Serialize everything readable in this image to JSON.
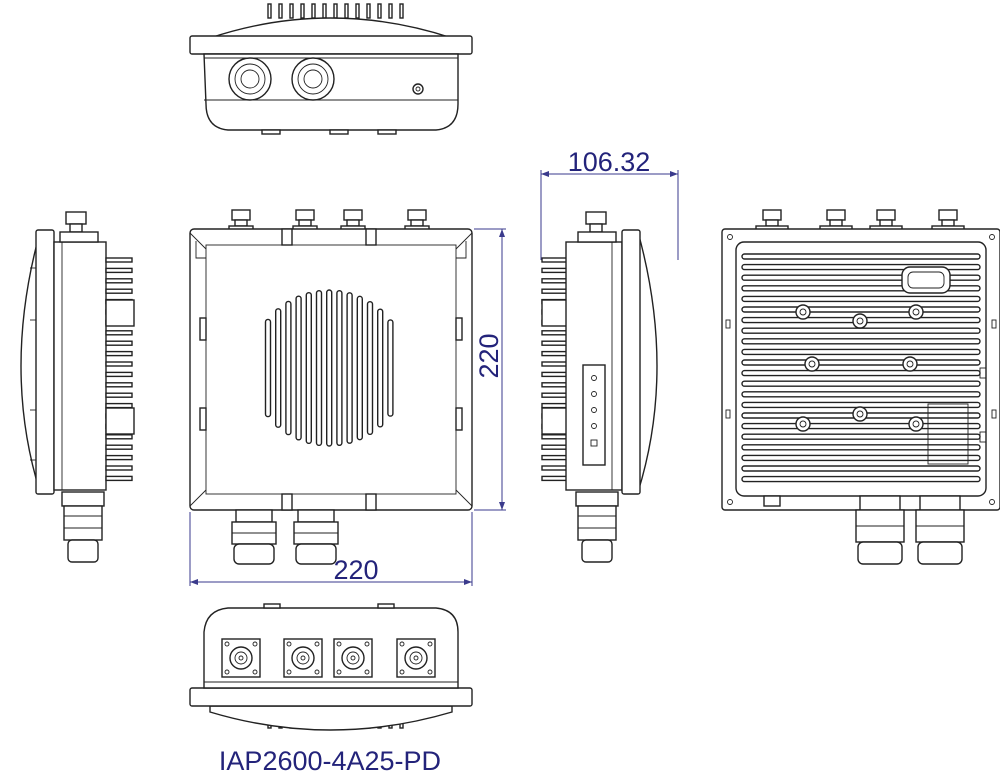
{
  "dimensions": {
    "width": "220",
    "height": "220",
    "depth": "106.32"
  },
  "model_label": "IAP2600-4A25-PD",
  "colors": {
    "dimension": "#23237a",
    "outline": "#222222",
    "background": "#ffffff"
  }
}
